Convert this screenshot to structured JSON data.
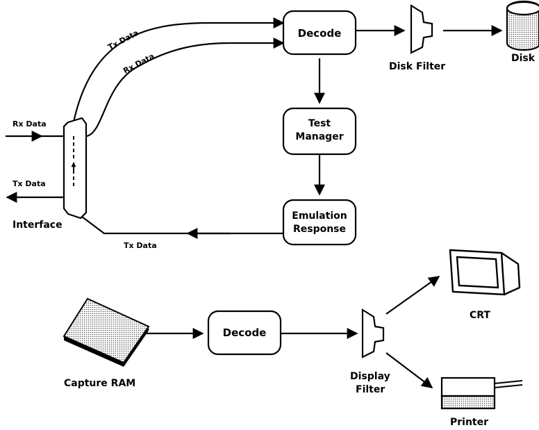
{
  "labels": {
    "tx_data_top": "Tx Data",
    "rx_data_top": "Rx Data",
    "decode_top": "Decode",
    "disk_filter": "Disk Filter",
    "disk": "Disk",
    "rx_data_left": "Rx Data",
    "tx_data_left": "Tx Data",
    "interface": "Interface",
    "test_manager_line1": "Test",
    "test_manager_line2": "Manager",
    "emulation_line1": "Emulation",
    "emulation_line2": "Response",
    "tx_data_bottom": "Tx Data",
    "decode_bottom": "Decode",
    "capture_ram": "Capture RAM",
    "display_filter_line1": "Display",
    "display_filter_line2": "Filter",
    "crt": "CRT",
    "printer": "Printer"
  },
  "colors": {
    "ink": "#000000",
    "paper": "#ffffff",
    "dotted_fill": "#bdbdbd"
  }
}
